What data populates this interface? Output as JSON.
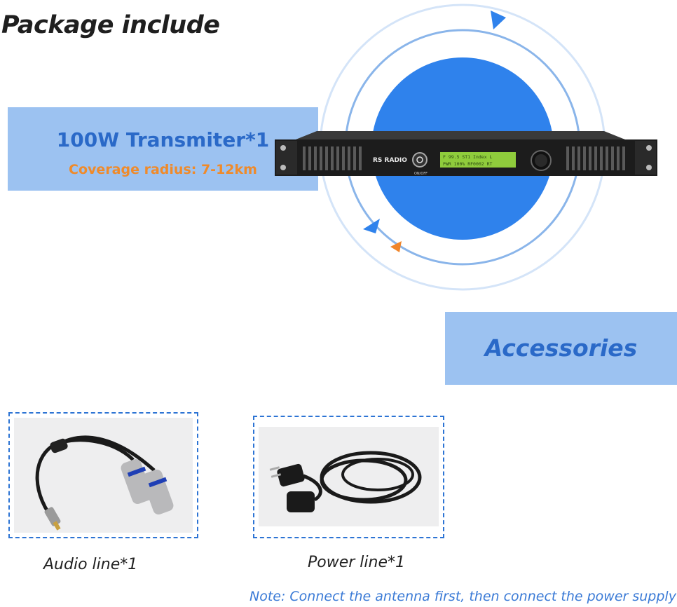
{
  "heading": "Package include",
  "transmitter": {
    "name": "100W Transmiter*1",
    "coverage": "Coverage radius: 7-12km",
    "brand": "RS RADIO",
    "power_label": "ON/OFF",
    "lcd_line1": "F 99.5 ST1 Index L",
    "lcd_line2": "PWR 100% RF0002 RT"
  },
  "accessories": {
    "title": "Accessories",
    "items": [
      {
        "label": "Audio line*1"
      },
      {
        "label": "Power line*1"
      }
    ]
  },
  "note": "Note: Connect the antenna first, then connect the power supply",
  "colors": {
    "panel": "#9cc2f1",
    "accent_blue": "#2a69c8",
    "orange": "#ef8a2a",
    "circle": "#2f82ec"
  }
}
